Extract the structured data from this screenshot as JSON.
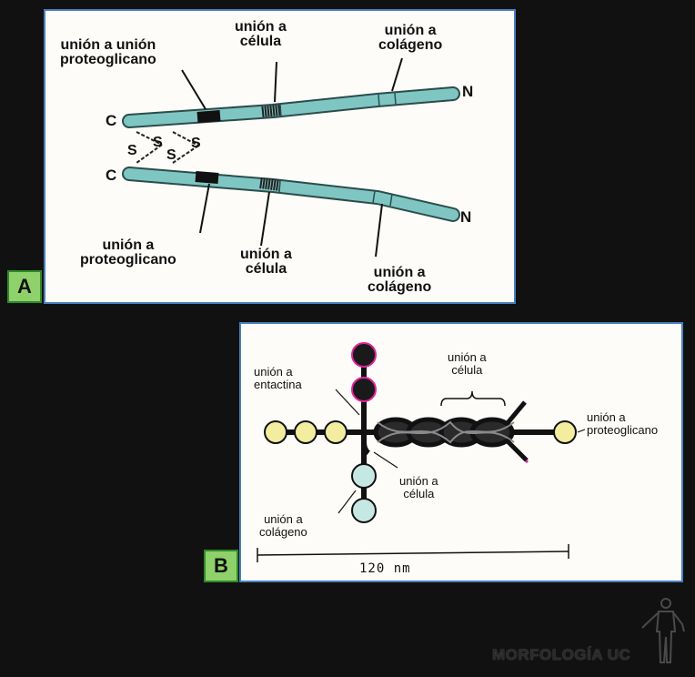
{
  "panel_a": {
    "tag": "A",
    "top_strand": {
      "end_c": "C",
      "end_n": "N",
      "label_proteoglycan": [
        "unión a unión",
        "proteoglicano"
      ],
      "label_cell": [
        "unión a",
        "célula"
      ],
      "label_collagen": [
        "unión a",
        "colágeno"
      ]
    },
    "bottom_strand": {
      "end_c": "C",
      "end_n": "N",
      "label_proteoglycan": [
        "unión a",
        "proteoglicano"
      ],
      "label_cell": [
        "unión a",
        "célula"
      ],
      "label_collagen": [
        "unión a",
        "colágeno"
      ]
    },
    "disulfide": [
      "S",
      "S",
      "S",
      "S"
    ],
    "colors": {
      "strand": "#7fc6c3",
      "strand_edge": "#2b4d4c",
      "segment": "#111111"
    }
  },
  "panel_b": {
    "tag": "B",
    "label_entactin": [
      "unión a",
      "entactina"
    ],
    "label_cell_top": [
      "unión a",
      "célula"
    ],
    "label_proteoglycan": [
      "unión a",
      "proteoglicano"
    ],
    "label_cell_mid": [
      "unión a",
      "célula"
    ],
    "label_collagen": [
      "unión a",
      "colágeno"
    ],
    "scale_label": "120 nm",
    "colors": {
      "yellow_globule": "#f3ee9f",
      "teal_globule": "#c6e8e3",
      "dark_globule": "#1a1a1a",
      "magenta": "#e0249a"
    }
  },
  "watermark": "MORFOLOGÍA UC"
}
